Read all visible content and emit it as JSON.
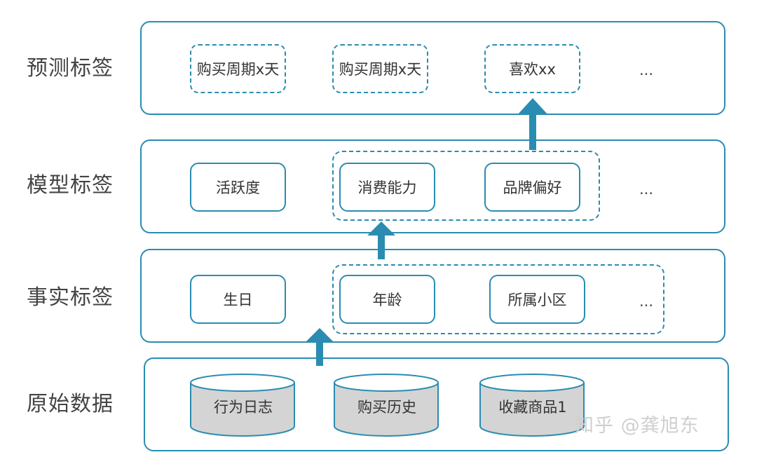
{
  "rows": {
    "prediction": {
      "label": "预测标签",
      "nodes": [
        "购买周期x天",
        "购买周期x天",
        "喜欢xx"
      ],
      "more": "..."
    },
    "model": {
      "label": "模型标签",
      "nodes": [
        "活跃度",
        "消费能力",
        "品牌偏好"
      ],
      "more": "..."
    },
    "fact": {
      "label": "事实标签",
      "nodes": [
        "生日",
        "年龄",
        "所属小区"
      ],
      "more": "..."
    },
    "raw": {
      "label": "原始数据",
      "nodes": [
        "行为日志",
        "购买历史",
        "收藏商品1"
      ]
    }
  },
  "watermark": "知乎 @龚旭东",
  "colors": {
    "border": "#2a8cb0",
    "arrow": "#2a8cb0",
    "cylinder_fill": "#d4d4d4"
  }
}
